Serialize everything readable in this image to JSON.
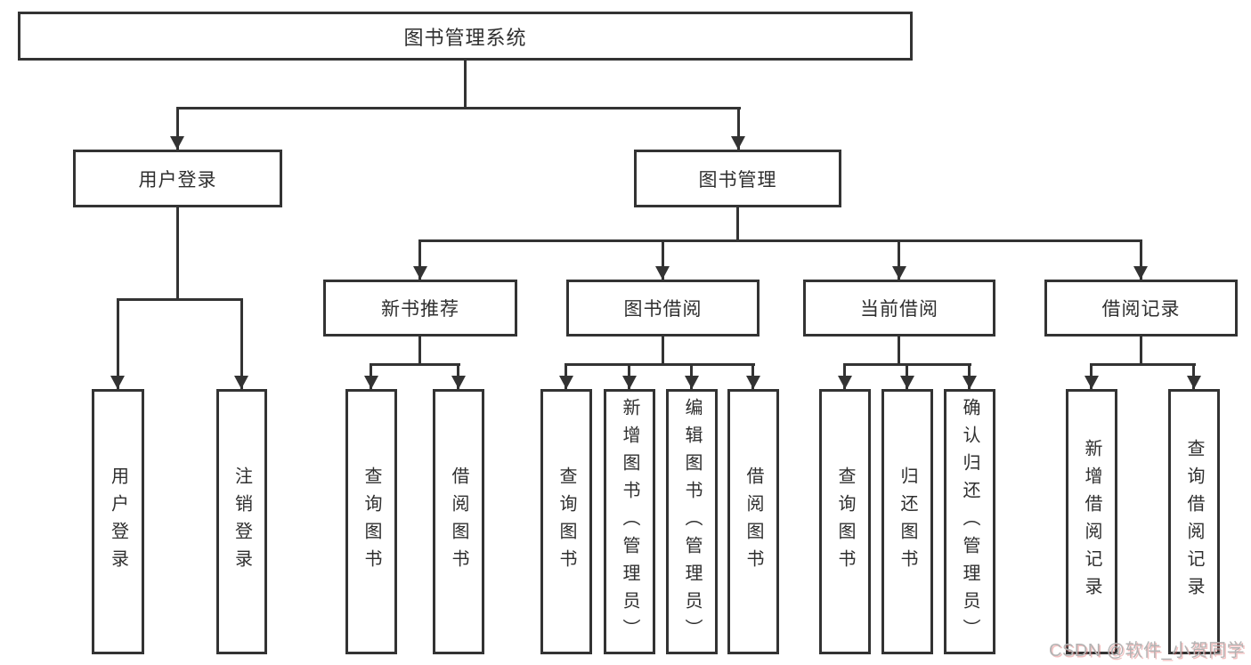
{
  "diagram": {
    "title": "图书管理系统",
    "root": {
      "label": "图书管理系统"
    },
    "level2": [
      {
        "label": "用户登录"
      },
      {
        "label": "图书管理"
      }
    ],
    "level3": [
      {
        "label": "新书推荐"
      },
      {
        "label": "图书借阅"
      },
      {
        "label": "当前借阅"
      },
      {
        "label": "借阅记录"
      }
    ],
    "leaves": {
      "user_login": [
        "用户登录",
        "注销登录"
      ],
      "new_book_recommend": [
        "查询图书",
        "借阅图书"
      ],
      "book_borrow": [
        "查询图书",
        "新增图书（管理员）",
        "编辑图书（管理员）",
        "借阅图书"
      ],
      "current_borrow": [
        "查询图书",
        "归还图书",
        "确认归还（管理员）"
      ],
      "borrow_records": [
        "新增借阅记录",
        "查询借阅记录"
      ]
    }
  },
  "watermark": {
    "text": "CSDN @软件_小贺同学"
  },
  "colors": {
    "line": "#333333",
    "text": "#2f2f2f",
    "background": "#ffffff",
    "watermark": "#b3b3b3"
  }
}
